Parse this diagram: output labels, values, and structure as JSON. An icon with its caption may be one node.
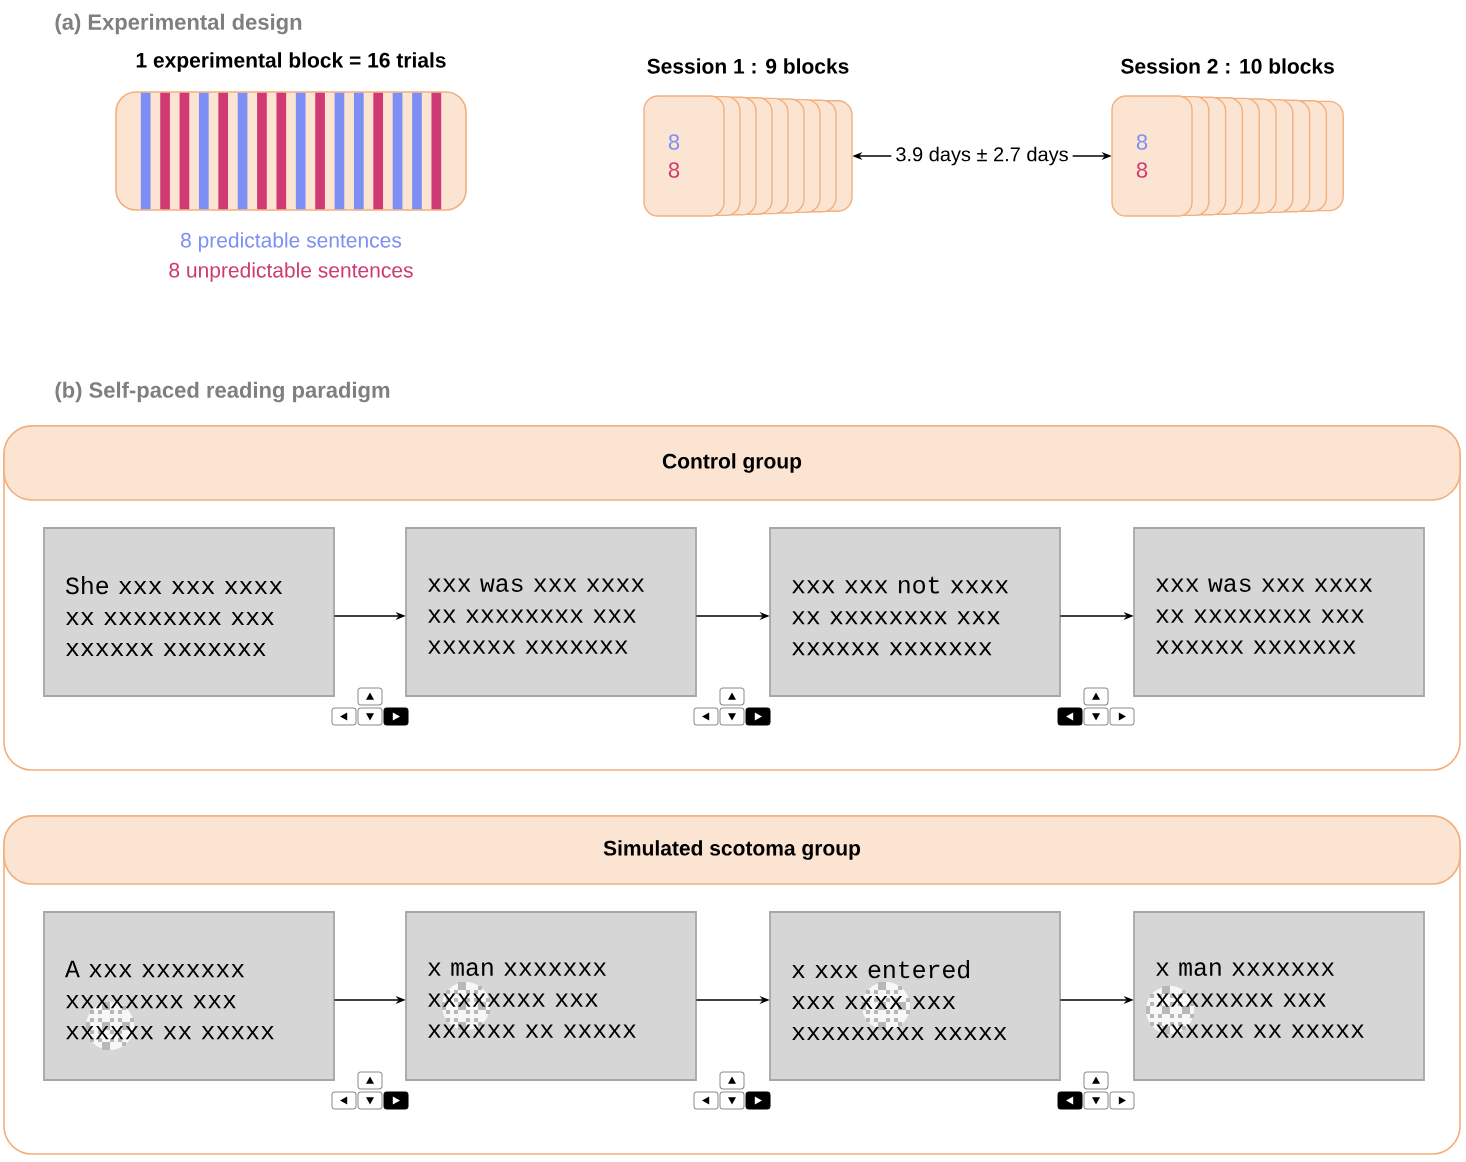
{
  "diagram": {
    "nodes": [
      {
        "text": [
          "1 experimental block = 16 trials"
        ],
        "beside": [
          "8 predictable sentences",
          "8 unpredictable sentences"
        ]
      },
      {
        "text": [
          "Session 1 : 9 blocks",
          "8",
          "8"
        ]
      },
      {
        "text": [
          "Session 2 : 10 blocks",
          "8",
          "8"
        ]
      },
      {
        "text": [
          "Control group"
        ]
      },
      {
        "text": [
          "She xxx xxx xxxx xx xxxxxxxx xxx xxxxxx xxxxxxx"
        ],
        "in": 3
      },
      {
        "text": [
          "xxx was xxx xxxx xx xxxxxxxx xxx xxxxxx xxxxxxx"
        ],
        "in": 3
      },
      {
        "text": [
          "xxx xxx not xxxx xx xxxxxxxx xxx xxxxxx xxxxxxx"
        ],
        "in": 3
      },
      {
        "text": [
          "xxx was xxx xxxx xx xxxxxxxx xxx xxxxxx xxxxxxx"
        ],
        "in": 3
      },
      {
        "text": [
          "Simulated scotoma group"
        ]
      },
      {
        "text": [
          "A xxx xxxxxxx xxxxxxxx xxx xxxxxx xx xxxxx"
        ],
        "in": 8
      },
      {
        "text": [
          "x man xxxxxxx xxxxxxxx xxx xxxxxx xx xxxxx"
        ],
        "in": 8
      },
      {
        "text": [
          "x xxx entered xxx xxxx xxx xxxxxxxxx xxxxx"
        ],
        "in": 8
      },
      {
        "text": [
          "x man xxxxxxx xxxxxxxx xxx xxxxxx xx xxxxx"
        ],
        "in": 8
      }
    ],
    "edges": [
      {
        "from": 1,
        "to": 2,
        "arrow": "both",
        "label": "3.9 days ± 2.7 days"
      },
      {
        "from": 4,
        "to": 5,
        "arrow": "to"
      },
      {
        "from": 5,
        "to": 6,
        "arrow": "to"
      },
      {
        "from": 6,
        "to": 7,
        "arrow": "to"
      },
      {
        "from": 9,
        "to": 10,
        "arrow": "to"
      },
      {
        "from": 10,
        "to": 11,
        "arrow": "to"
      },
      {
        "from": 11,
        "to": 12,
        "arrow": "to"
      }
    ],
    "labels": [
      "(a) Experimental design",
      "(b) Self-paced reading paradigm"
    ]
  }
}
